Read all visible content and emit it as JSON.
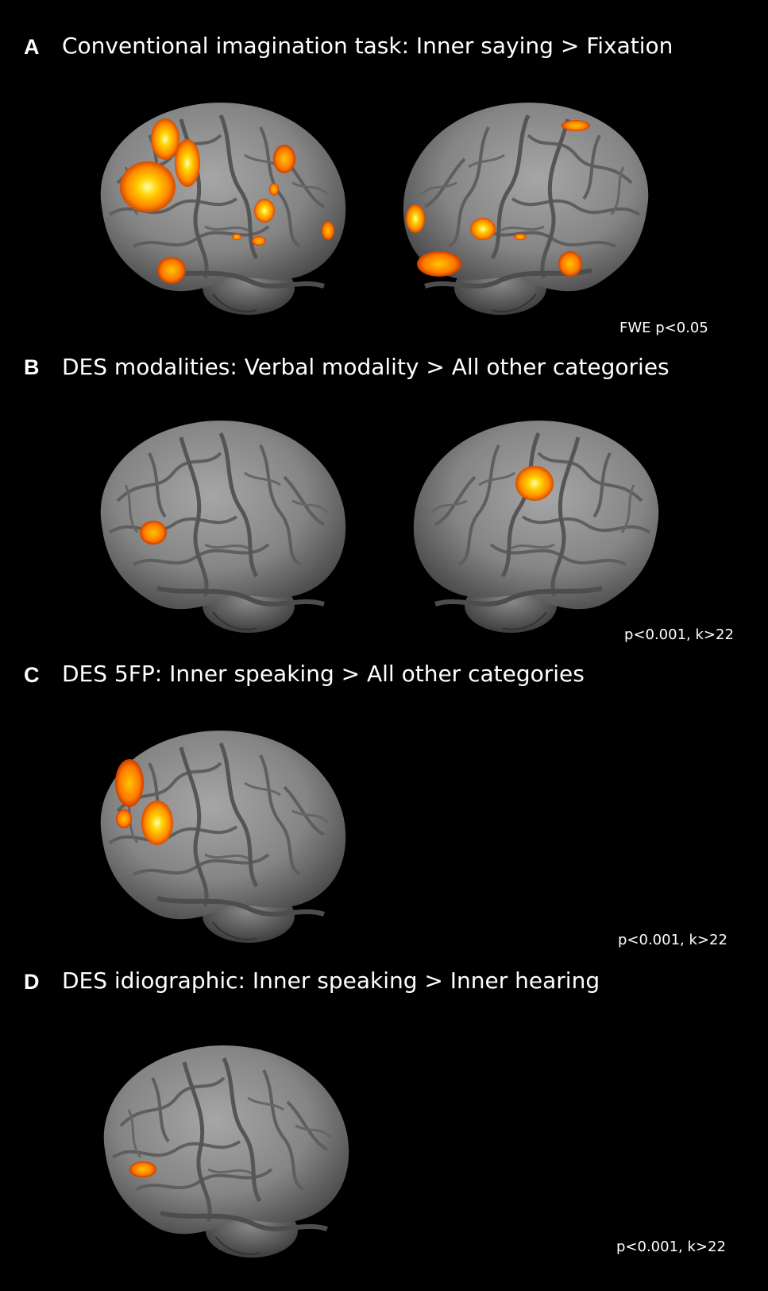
{
  "figure": {
    "background": "#000000",
    "brain_color": "#8c8c8c",
    "activation_colors": [
      "#ff9900",
      "#ffcc00",
      "#ffff66",
      "#e65c00"
    ],
    "panels": [
      {
        "letter": "A",
        "title": "Conventional imagination task: Inner saying > Fixation",
        "stat": "FWE p<0.05"
      },
      {
        "letter": "B",
        "title": "DES modalities: Verbal modality > All other categories",
        "stat": "p<0.001, k>22"
      },
      {
        "letter": "C",
        "title": "DES 5FP: Inner speaking > All other categories",
        "stat": "p<0.001, k>22"
      },
      {
        "letter": "D",
        "title": "DES idiographic: Inner speaking > Inner hearing",
        "stat": "p<0.001, k>22"
      }
    ]
  }
}
